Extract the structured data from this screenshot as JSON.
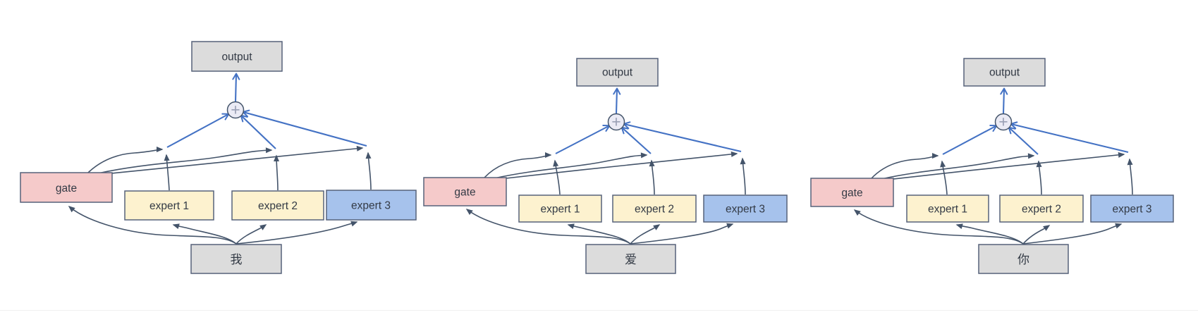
{
  "figure": {
    "labels": {
      "output": "output",
      "gate": "gate",
      "experts": [
        "expert 1",
        "expert 2",
        "expert 3"
      ],
      "sum_symbol": "+"
    },
    "panels": [
      {
        "token": "我"
      },
      {
        "token": "爱"
      },
      {
        "token": "你"
      }
    ],
    "colors": {
      "arrow_blue": "#4472c4",
      "arrow_dark": "#44546a",
      "border": "#56627a",
      "box_gray": "#dcdcdc",
      "gate_fill": "#f5caca",
      "expert_yellow": "#fdf2cf",
      "expert_blue": "#a6c2ec",
      "sum_fill": "#ebebf5",
      "plus": "#9aa0b5",
      "text": "#333a45",
      "rule": "#f1f1f1"
    }
  }
}
